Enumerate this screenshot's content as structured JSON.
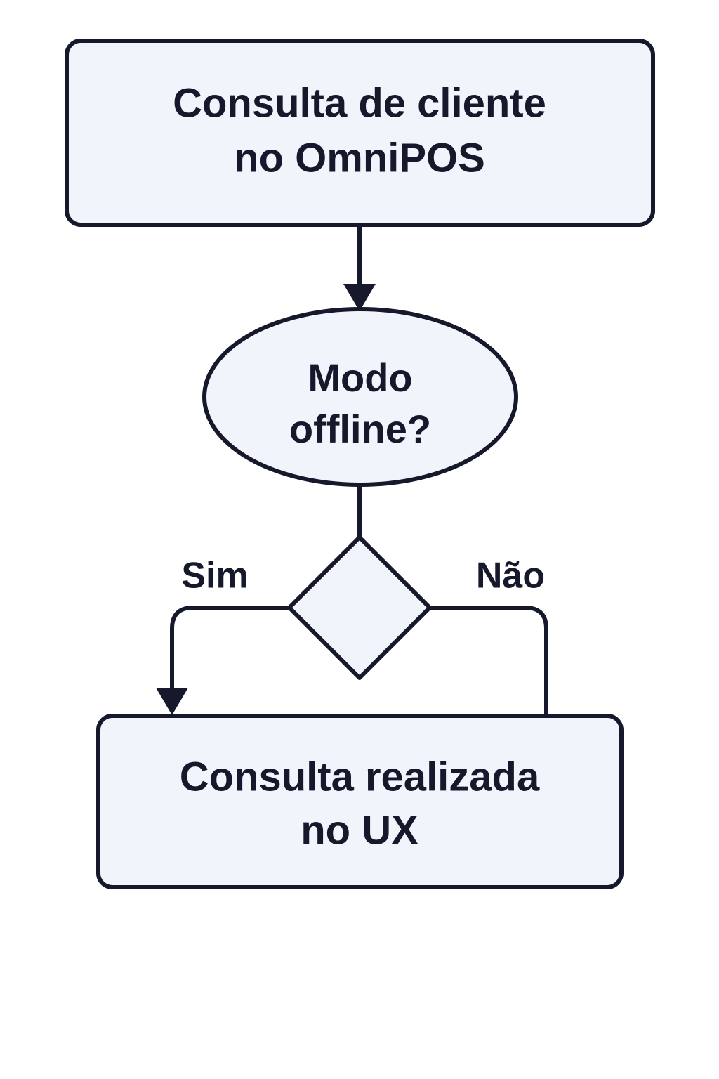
{
  "diagram": {
    "type": "flowchart",
    "title": "Consulta de cliente no OmniPOS",
    "background_color": "#ffffff",
    "node_fill_color": "#f1f5fb",
    "node_stroke_color": "#16192b",
    "text_color": "#16192b",
    "nodes": [
      {
        "id": "start",
        "shape": "rounded-rectangle",
        "lines": [
          "Consulta de cliente",
          "no OmniPOS"
        ],
        "line1": "Consulta de cliente",
        "line2": "no OmniPOS"
      },
      {
        "id": "question",
        "shape": "ellipse",
        "lines": [
          "Modo",
          "offline?"
        ],
        "line1": "Modo",
        "line2": "offline?"
      },
      {
        "id": "decision",
        "shape": "diamond",
        "lines": [],
        "line1": "",
        "line2": ""
      },
      {
        "id": "end",
        "shape": "rounded-rectangle",
        "lines": [
          "Consulta realizada",
          "no UX"
        ],
        "line1": "Consulta realizada",
        "line2": "no UX"
      }
    ],
    "edges": [
      {
        "id": "start-to-question",
        "from": "start",
        "to": "question",
        "label": "",
        "arrowhead": true
      },
      {
        "id": "question-to-decision",
        "from": "question",
        "to": "decision",
        "label": "",
        "arrowhead": false
      },
      {
        "id": "decision-yes",
        "from": "decision",
        "to": "end",
        "label": "Sim",
        "arrowhead": true
      },
      {
        "id": "decision-no",
        "from": "decision",
        "to": "end",
        "label": "Não",
        "arrowhead": false
      }
    ],
    "edge_labels": {
      "yes": "Sim",
      "no": "Não"
    }
  }
}
